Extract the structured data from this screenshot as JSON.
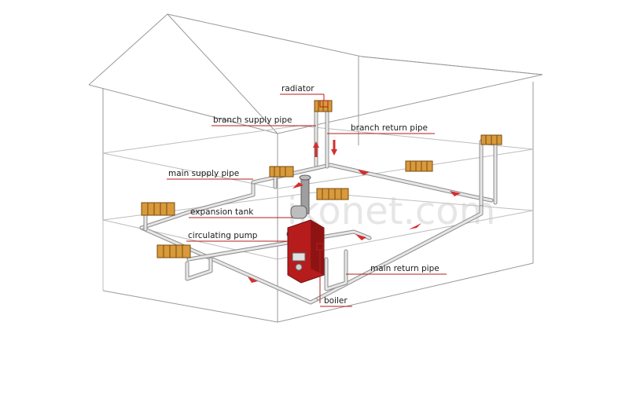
{
  "labels": {
    "radiator": "radiator",
    "branch_supply_pipe": "branch supply pipe",
    "branch_return_pipe": "branch return pipe",
    "main_supply_pipe": "main supply pipe",
    "expansion_tank": "expansion tank",
    "circulating_pump": "circulating pump",
    "main_return_pipe": "main return pipe",
    "boiler": "boiler"
  },
  "watermark": "ikonet.com",
  "colors": {
    "leader_line": "#b71c1c",
    "flow_arrow": "#d32f2f",
    "boiler": "#b71c1c",
    "radiator": "#d89a3a",
    "pipe": "#8c8c8c"
  }
}
